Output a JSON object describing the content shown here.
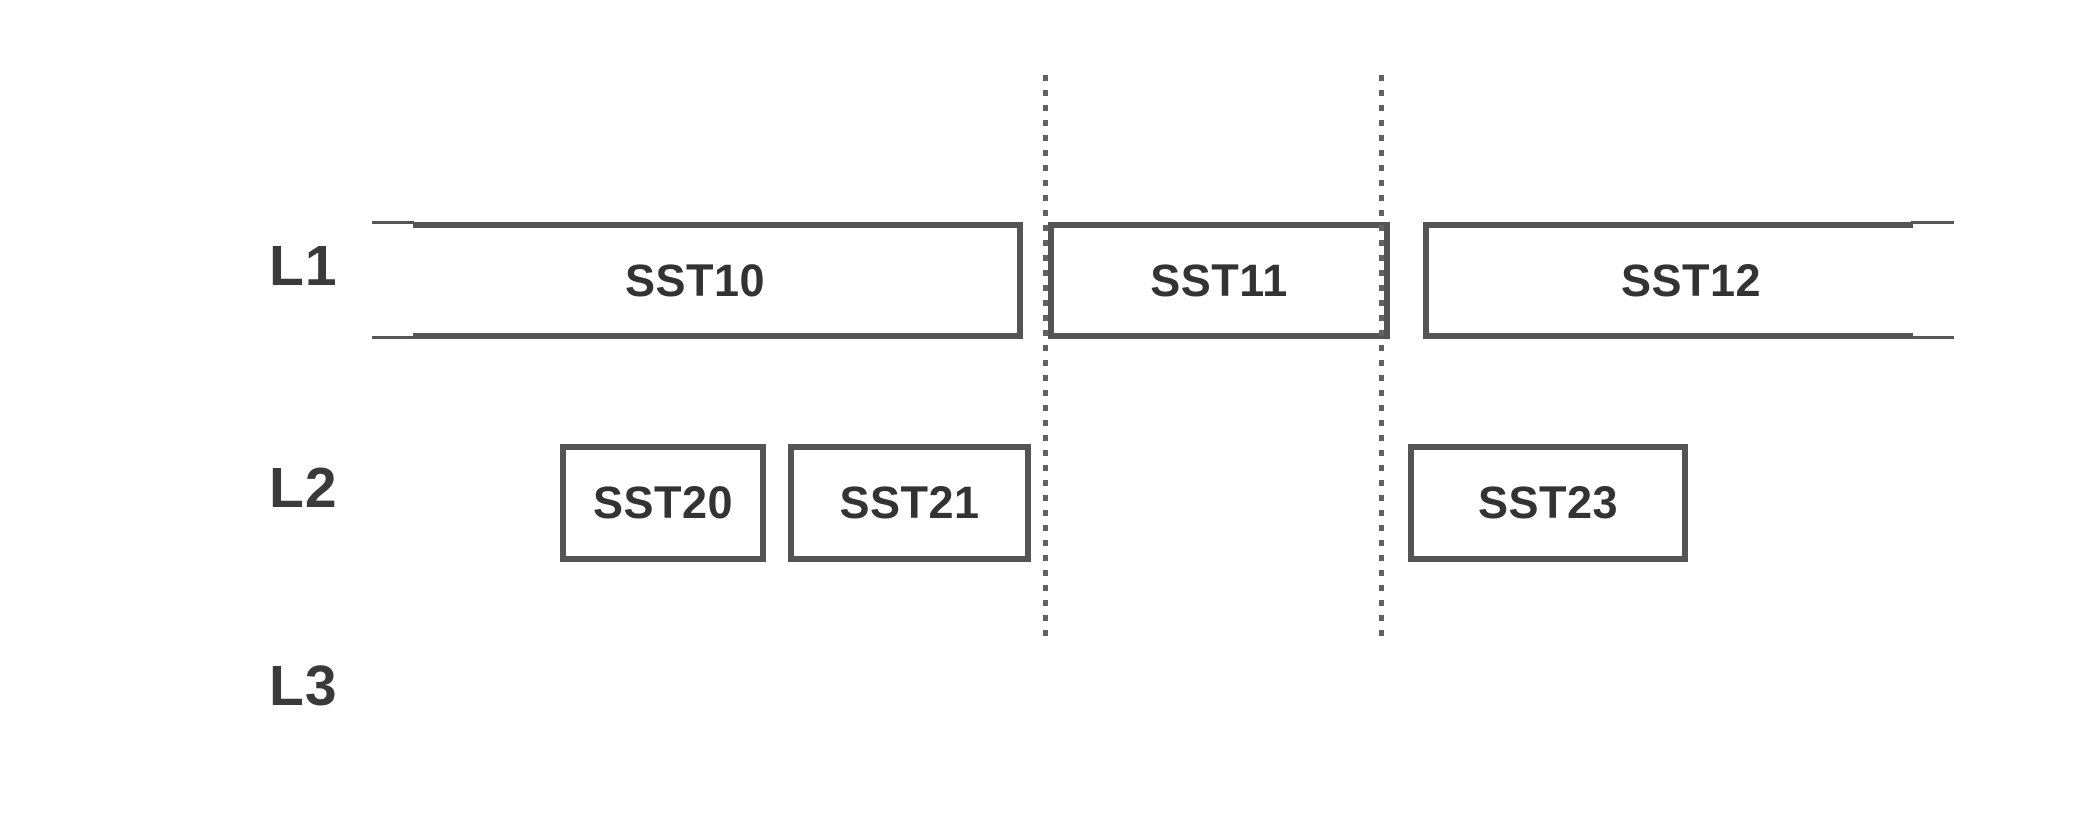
{
  "diagram": {
    "description": "Layered segment timeline diagram with three levels and labeled segment boxes",
    "colors": {
      "background": "#ffffff",
      "box_border": "#545454",
      "box_text": "#333333",
      "row_label_text": "#3a3a3a",
      "divider_dotted": "#616161",
      "stub_line": "#565656"
    },
    "rows": [
      {
        "label": "L1",
        "boxes": [
          {
            "label": "SST10",
            "open_left": true,
            "open_right": false
          },
          {
            "label": "SST11",
            "open_left": false,
            "open_right": false
          },
          {
            "label": "SST12",
            "open_left": false,
            "open_right": true
          }
        ]
      },
      {
        "label": "L2",
        "boxes": [
          {
            "label": "SST20",
            "open_left": false,
            "open_right": false
          },
          {
            "label": "SST21",
            "open_left": false,
            "open_right": false
          },
          {
            "label": "SST23",
            "open_left": false,
            "open_right": false
          }
        ]
      },
      {
        "label": "L3",
        "boxes": []
      }
    ],
    "dividers": [
      {
        "name": "boundary-1",
        "style": "dotted-vertical"
      },
      {
        "name": "boundary-2",
        "style": "dotted-vertical"
      }
    ]
  }
}
